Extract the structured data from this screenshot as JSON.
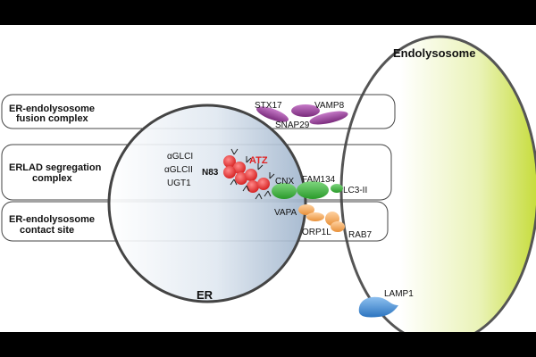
{
  "compartments": {
    "endolysosome": "Endolysosome",
    "er": "ER"
  },
  "complexes": {
    "fusion": [
      "ER-endolysosome",
      "fusion complex"
    ],
    "segregation": [
      "ERLAD segregation",
      "complex"
    ],
    "contact": [
      "ER-endolysosome",
      "contact site"
    ]
  },
  "proteins": {
    "stx17": "STX17",
    "vamp8": "VAMP8",
    "snap29": "SNAP29",
    "aglci": "αGLCI",
    "aglcii": "αGLCII",
    "ugt1": "UGT1",
    "n83": "N83",
    "atz": "ATZ",
    "cnx": "CNX",
    "fam134": "FAM134",
    "lc3": "LC3-II",
    "vapa": "VAPA",
    "orp1l": "ORP1L",
    "rab7": "RAB7",
    "lamp1": "LAMP1"
  },
  "colors": {
    "background": "#000000",
    "panel": "#ffffff",
    "er_fill_edge": "#9fb4cc",
    "endolysosome_fill": "#c6dc3a",
    "snare": "#8e3b8f",
    "atz": "#e12525",
    "atz_label": "#e02020",
    "er_receptor": "#3aaa3a",
    "tether": "#f0a050",
    "lamp1": "#3a8ad0",
    "outline": "#444444"
  }
}
